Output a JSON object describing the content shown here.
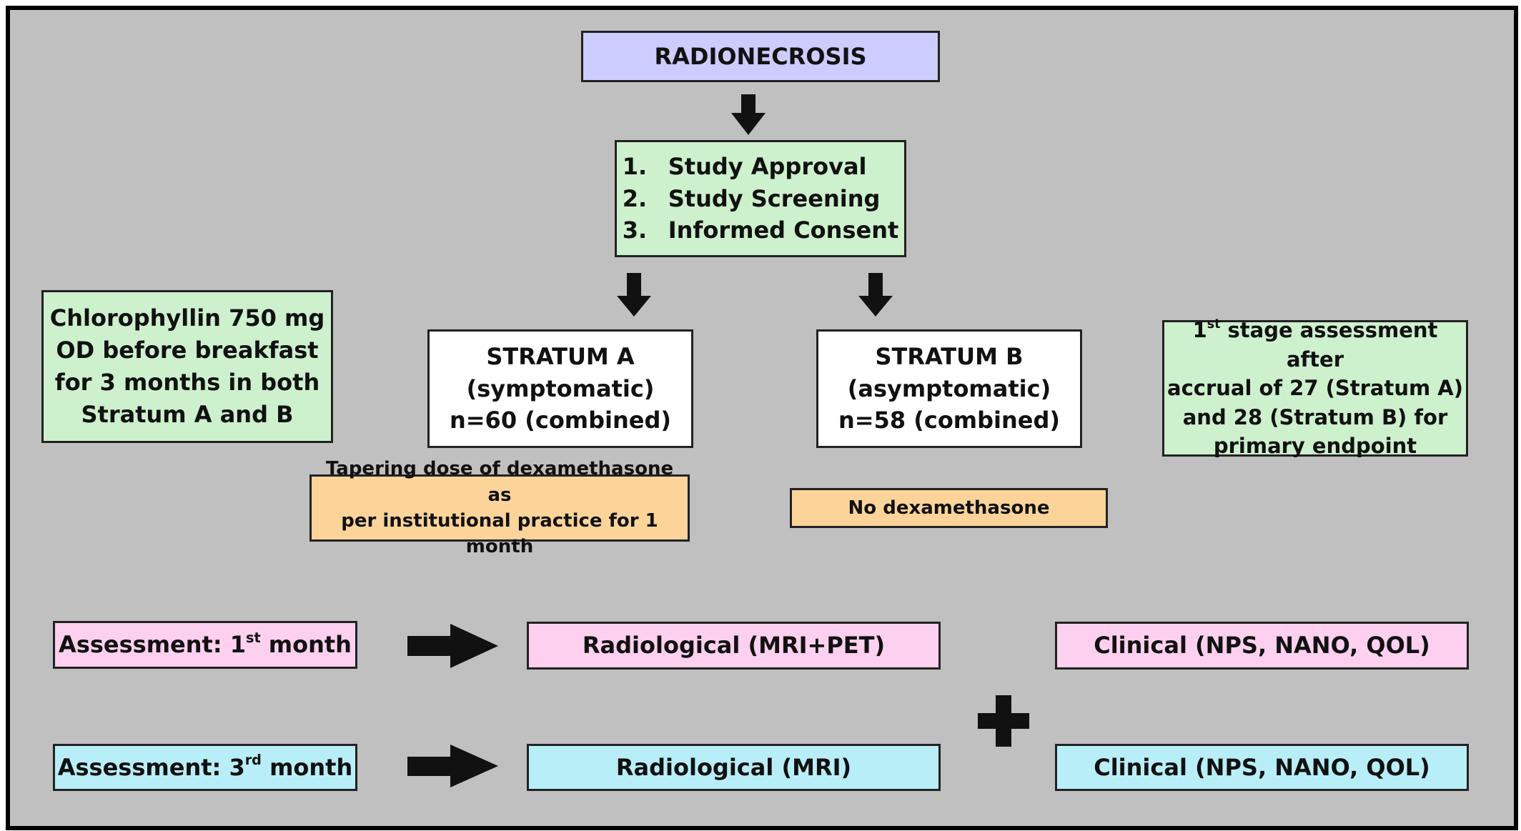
{
  "title": "RADIONECROSIS",
  "steps": [
    {
      "num": "1.",
      "label": "Study Approval"
    },
    {
      "num": "2.",
      "label": "Study Screening"
    },
    {
      "num": "3.",
      "label": "Informed Consent"
    }
  ],
  "treatment": {
    "lines": [
      "Chlorophyllin 750 mg",
      "OD before breakfast",
      "for 3 months in both",
      "Stratum A and B"
    ]
  },
  "stratum_a": {
    "lines": [
      "STRATUM A",
      "(symptomatic)",
      "n=60 (combined)"
    ],
    "note_lines": [
      "Tapering dose of dexamethasone as",
      "per institutional practice for 1 month"
    ]
  },
  "stratum_b": {
    "lines": [
      "STRATUM B",
      "(asymptomatic)",
      "n=58 (combined)"
    ],
    "note": "No dexamethasone"
  },
  "stage_assessment": {
    "sup": "st",
    "line1_pre": "1",
    "line1_post": " stage assessment after",
    "line2": "accrual of 27 (Stratum A)",
    "line3": "and 28 (Stratum B) for",
    "line4": "primary endpoint"
  },
  "assessment_1": {
    "pre": "Assessment: 1",
    "sup": "st",
    "post": " month",
    "radiological": "Radiological (MRI+PET)",
    "clinical": "Clinical (NPS, NANO, QOL)"
  },
  "assessment_3": {
    "pre": "Assessment: 3",
    "sup": "rd",
    "post": " month",
    "radiological": "Radiological (MRI)",
    "clinical": "Clinical (NPS, NANO, QOL)"
  },
  "plus_symbol": "+",
  "colors": {
    "background": "#c0c0c0",
    "title_box": "#ccccff",
    "green_box": "#cdf0cd",
    "orange_box": "#fcd49a",
    "pink_box": "#fcd0ee",
    "cyan_box": "#b8eef8",
    "arrow": "#111111"
  }
}
